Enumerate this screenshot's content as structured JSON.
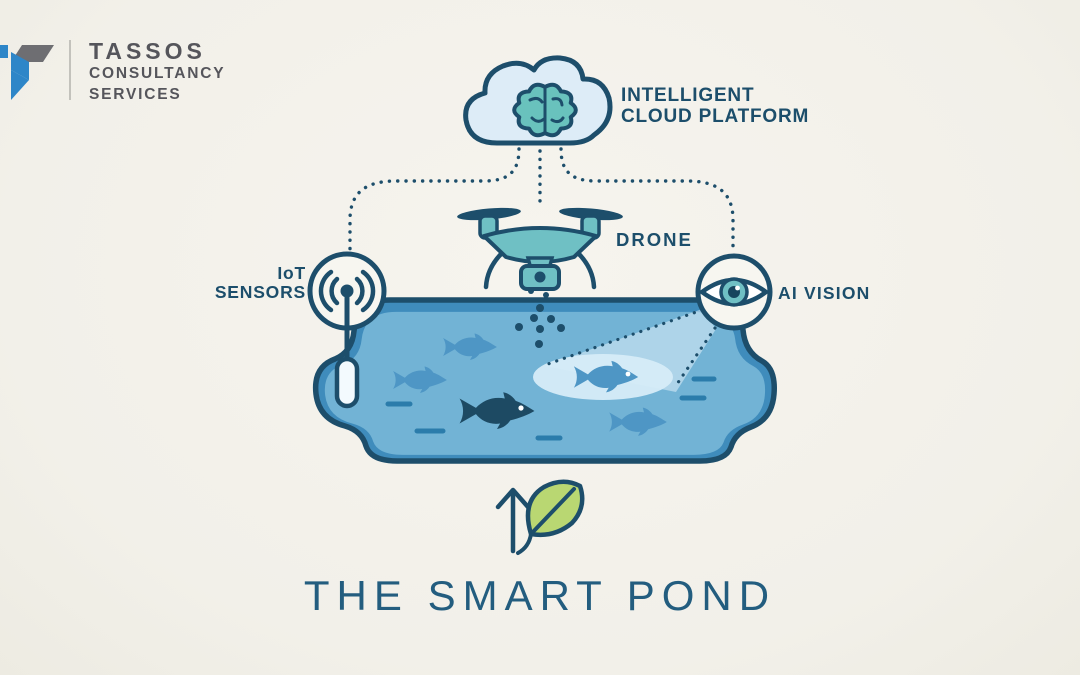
{
  "title": "THE SMART POND",
  "logo": {
    "name": "TASSOS",
    "line2": "CONSULTANCY",
    "line3": "SERVICES"
  },
  "labels": {
    "cloud_line1": "INTELLIGENT",
    "cloud_line2": "CLOUD PLATFORM",
    "drone": "DRONE",
    "iot_line1": "IoT",
    "iot_line2": "SENSORS",
    "ai_vision": "AI VISION"
  },
  "icons": [
    "tassos-logo-icon",
    "cloud-icon",
    "brain-icon",
    "drone-icon",
    "wifi-signal-icon",
    "sensor-probe-icon",
    "eye-icon",
    "fish-icon",
    "vision-spotlight",
    "feed-pellets",
    "growth-arrow-icon",
    "leaf-icon"
  ],
  "colors": {
    "background": "#f3f1ea",
    "outline_navy": "#1d4e6b",
    "teal": "#6fc0c4",
    "cloud_fill": "#ddecf7",
    "pond_rim": "#3f8cbc",
    "pond_water": "#72b3d5",
    "fish_blue": "#4e96c5",
    "fish_dark": "#1d4a63",
    "spotlight": "#d6ecf8",
    "leaf_green": "#b9d772",
    "logo_blue": "#2e86c8",
    "logo_gray": "#6e6e72",
    "title_navy": "#235d7f"
  }
}
